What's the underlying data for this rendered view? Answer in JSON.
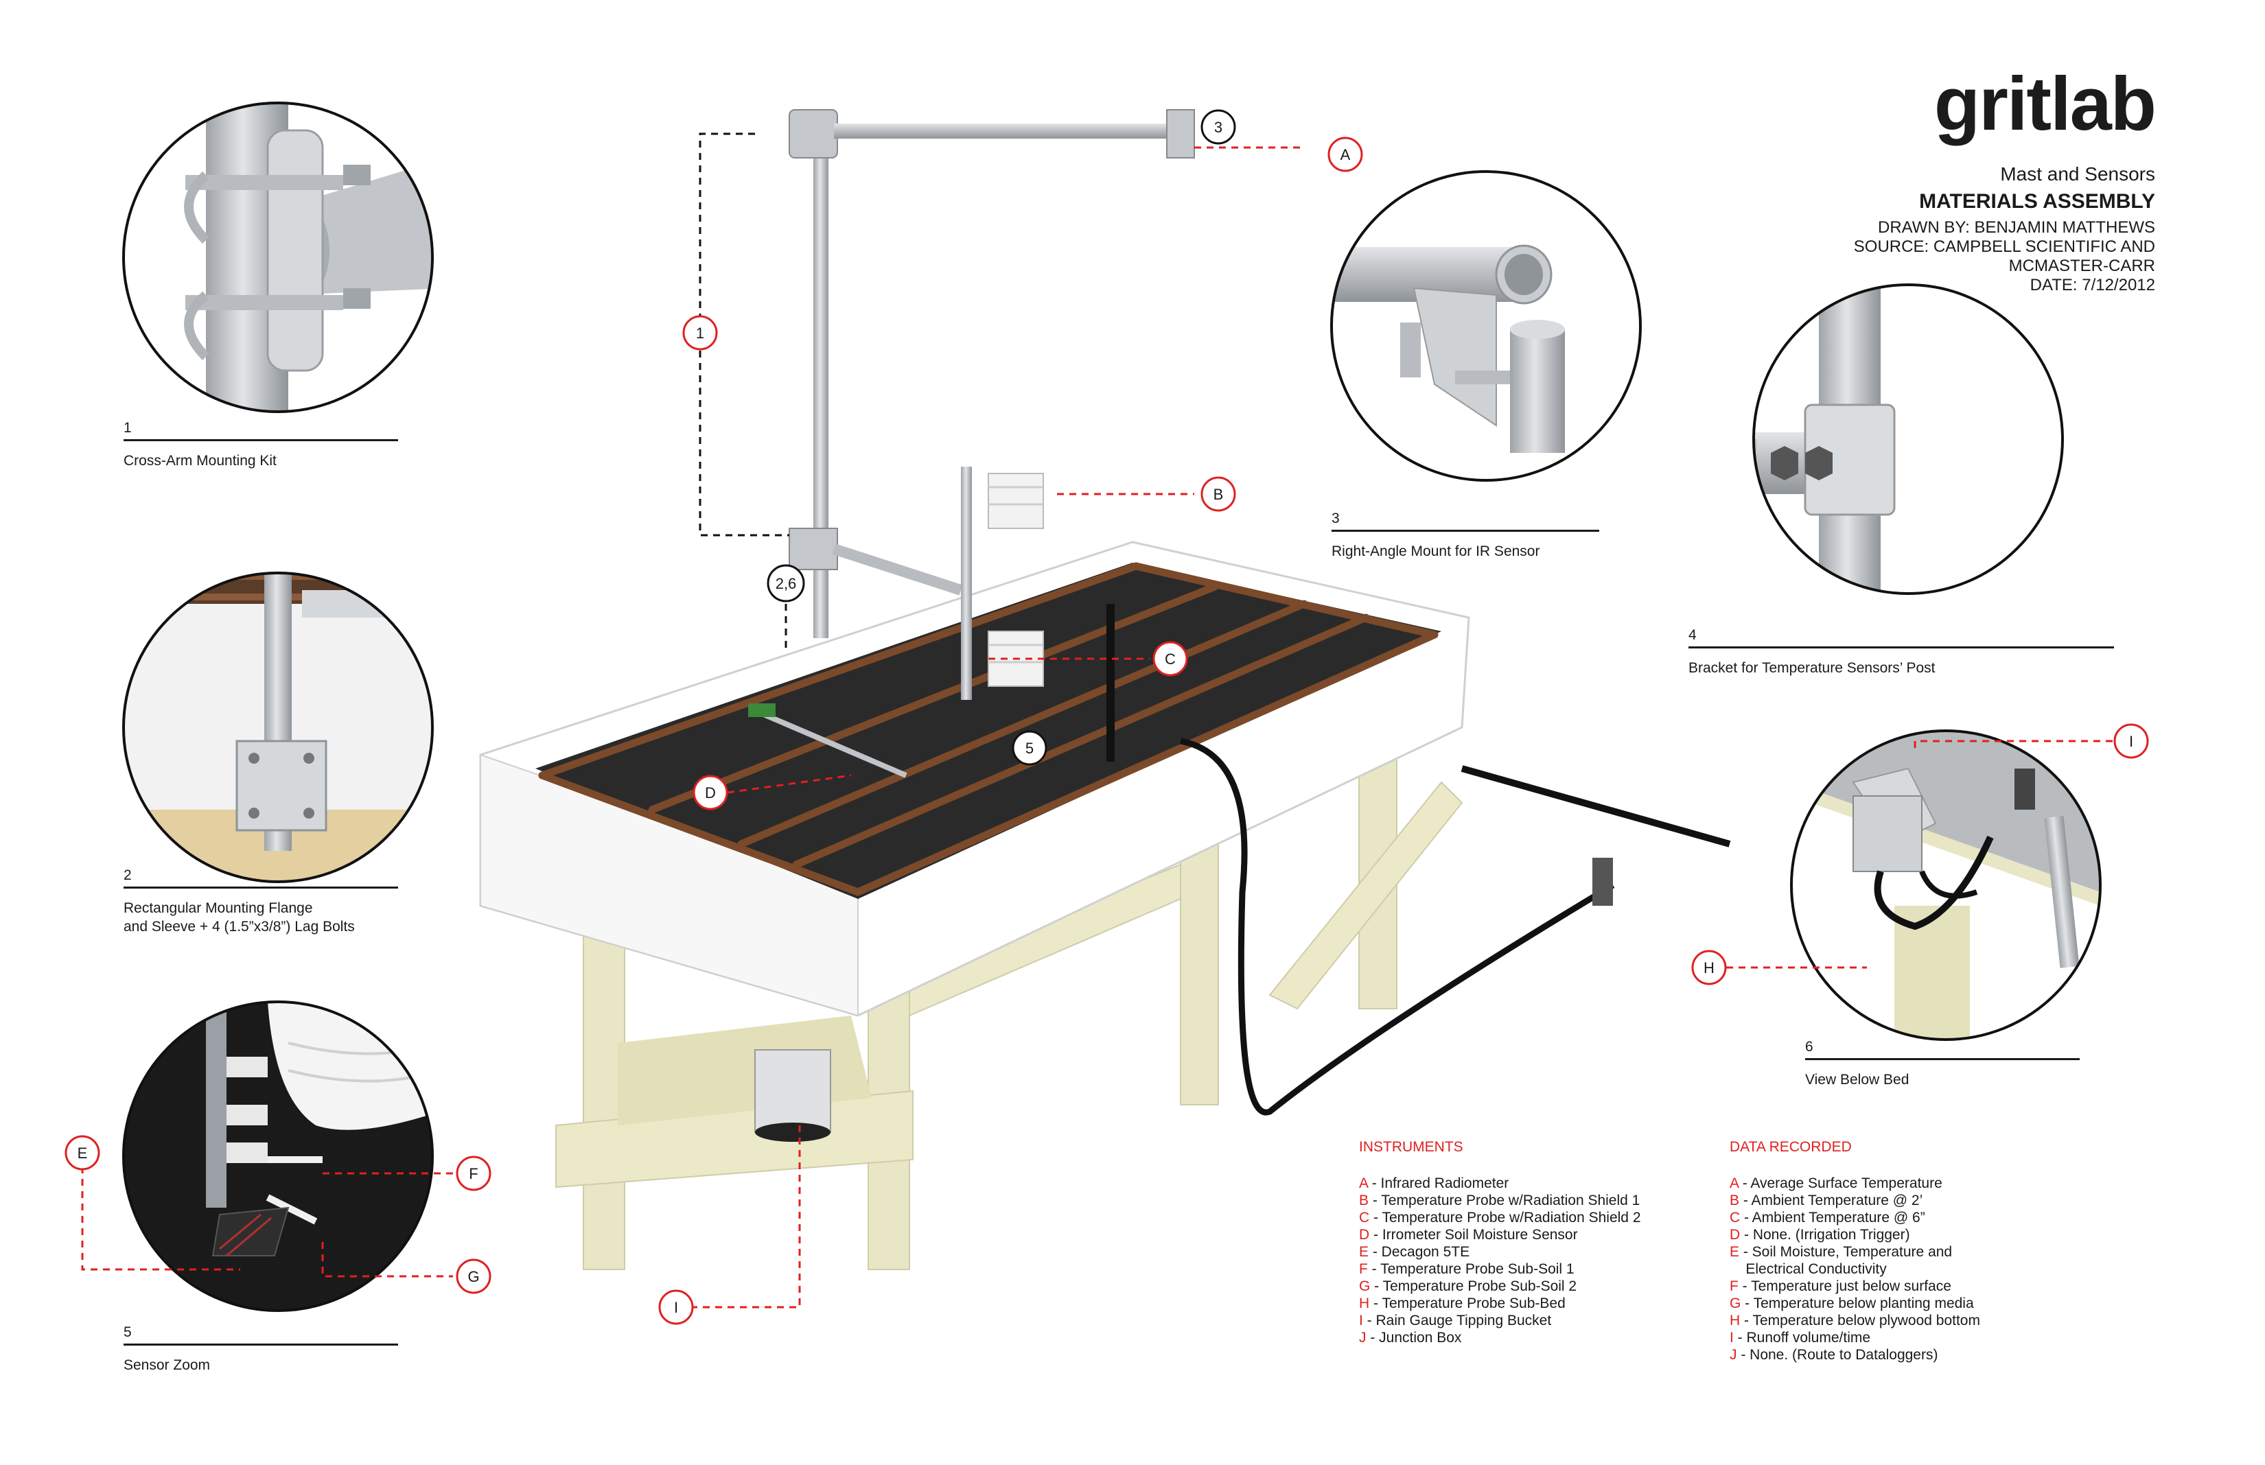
{
  "logo": "gritlab",
  "title_block": {
    "subtitle": "Mast and Sensors",
    "heading": "MATERIALS ASSEMBLY",
    "drawn_by": "DRAWN BY: BENJAMIN MATTHEWS",
    "source_1": "SOURCE: CAMPBELL SCIENTIFIC AND",
    "source_2": "MCMASTER-CARR",
    "date": "DATE: 7/12/2012"
  },
  "details": [
    {
      "num": "1",
      "caption": "Cross-Arm Mounting Kit"
    },
    {
      "num": "2",
      "caption": "Rectangular Mounting Flange\nand Sleeve + 4 (1.5”x3/8”) Lag Bolts"
    },
    {
      "num": "3",
      "caption": "Right-Angle Mount for IR Sensor"
    },
    {
      "num": "4",
      "caption": "Bracket for Temperature Sensors’ Post"
    },
    {
      "num": "5",
      "caption": "Sensor Zoom"
    },
    {
      "num": "6",
      "caption": "View Below Bed"
    }
  ],
  "callouts": {
    "A": "A",
    "B": "B",
    "C": "C",
    "D": "D",
    "E": "E",
    "F": "F",
    "G": "G",
    "H": "H",
    "I": "I",
    "n1": "1",
    "n3": "3",
    "n5": "5",
    "n26": "2,6"
  },
  "instruments": {
    "title": "INSTRUMENTS",
    "items": [
      {
        "key": "A",
        "text": " - Infrared Radiometer"
      },
      {
        "key": "B",
        "text": " - Temperature Probe w/Radiation Shield 1"
      },
      {
        "key": "C",
        "text": " - Temperature Probe w/Radiation Shield 2"
      },
      {
        "key": "D",
        "text": " - Irrometer Soil Moisture Sensor"
      },
      {
        "key": "E",
        "text": " - Decagon 5TE"
      },
      {
        "key": "F",
        "text": " - Temperature Probe Sub-Soil 1"
      },
      {
        "key": "G",
        "text": " - Temperature Probe Sub-Soil 2"
      },
      {
        "key": "H",
        "text": " - Temperature Probe Sub-Bed"
      },
      {
        "key": "I",
        "text": " - Rain Gauge Tipping Bucket"
      },
      {
        "key": "J",
        "text": " - Junction Box"
      }
    ]
  },
  "data_recorded": {
    "title": "DATA RECORDED",
    "items": [
      {
        "key": "A",
        "text": " - Average Surface Temperature"
      },
      {
        "key": "B",
        "text": " - Ambient Temperature @ 2’"
      },
      {
        "key": "C",
        "text": " - Ambient Temperature @ 6”"
      },
      {
        "key": "D",
        "text": " - None. (Irrigation Trigger)"
      },
      {
        "key": "E",
        "text": " - Soil Moisture, Temperature and\n    Electrical Conductivity"
      },
      {
        "key": "F",
        "text": " - Temperature just below surface"
      },
      {
        "key": "G",
        "text": " - Temperature below planting media"
      },
      {
        "key": "H",
        "text": " - Temperature below plywood bottom"
      },
      {
        "key": "I",
        "text": " - Runoff volume/time"
      },
      {
        "key": "J",
        "text": " - None. (Route to Dataloggers)"
      }
    ]
  },
  "colors": {
    "accent_red": "#e02020",
    "wood": "#e8e6c4",
    "soil": "#2a2a2a",
    "pipe": "#7a4a2a",
    "metal": "#c9cccf"
  }
}
